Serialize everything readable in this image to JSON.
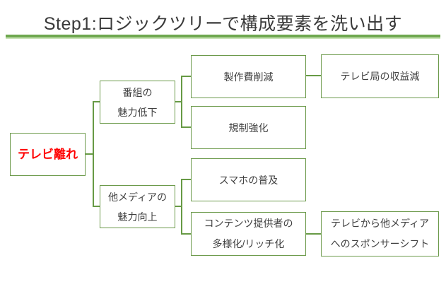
{
  "title": "Step1:ロジックツリーで構成要素を洗い出す",
  "colors": {
    "rule_green": "#6FA84F",
    "rule_green_light": "#C9E3B6",
    "box_border_green": "#6C9A4B",
    "connector_green": "#679A45",
    "root_text_red": "#FF0000",
    "body_text": "#404040",
    "title_text": "#3A3A3A",
    "background": "#FFFFFF"
  },
  "diagram": {
    "type": "logic-tree",
    "nodes": {
      "root": {
        "lines": [
          "テレビ離れ"
        ]
      },
      "mid1": {
        "lines": [
          "番組の",
          "魅力低下"
        ]
      },
      "mid2": {
        "lines": [
          "他メディアの",
          "魅力向上"
        ]
      },
      "a1": {
        "lines": [
          "製作費削減"
        ]
      },
      "a2": {
        "lines": [
          "規制強化"
        ]
      },
      "b1": {
        "lines": [
          "スマホの普及"
        ]
      },
      "b2": {
        "lines": [
          "コンテンツ提供者の",
          "多様化/リッチ化"
        ]
      },
      "r1": {
        "lines": [
          "テレビ局の収益減"
        ]
      },
      "r2": {
        "lines": [
          "テレビから他メディア",
          "へのスポンサーシフト"
        ]
      }
    },
    "edges": [
      {
        "from": "テレビ離れ",
        "to": "番組の魅力低下"
      },
      {
        "from": "テレビ離れ",
        "to": "他メディアの魅力向上"
      },
      {
        "from": "番組の魅力低下",
        "to": "製作費削減"
      },
      {
        "from": "番組の魅力低下",
        "to": "規制強化"
      },
      {
        "from": "製作費削減",
        "to": "テレビ局の収益減"
      },
      {
        "from": "他メディアの魅力向上",
        "to": "スマホの普及"
      },
      {
        "from": "他メディアの魅力向上",
        "to": "コンテンツ提供者の多様化/リッチ化"
      },
      {
        "from": "コンテンツ提供者の多様化/リッチ化",
        "to": "テレビから他メディアへのスポンサーシフト"
      }
    ]
  }
}
